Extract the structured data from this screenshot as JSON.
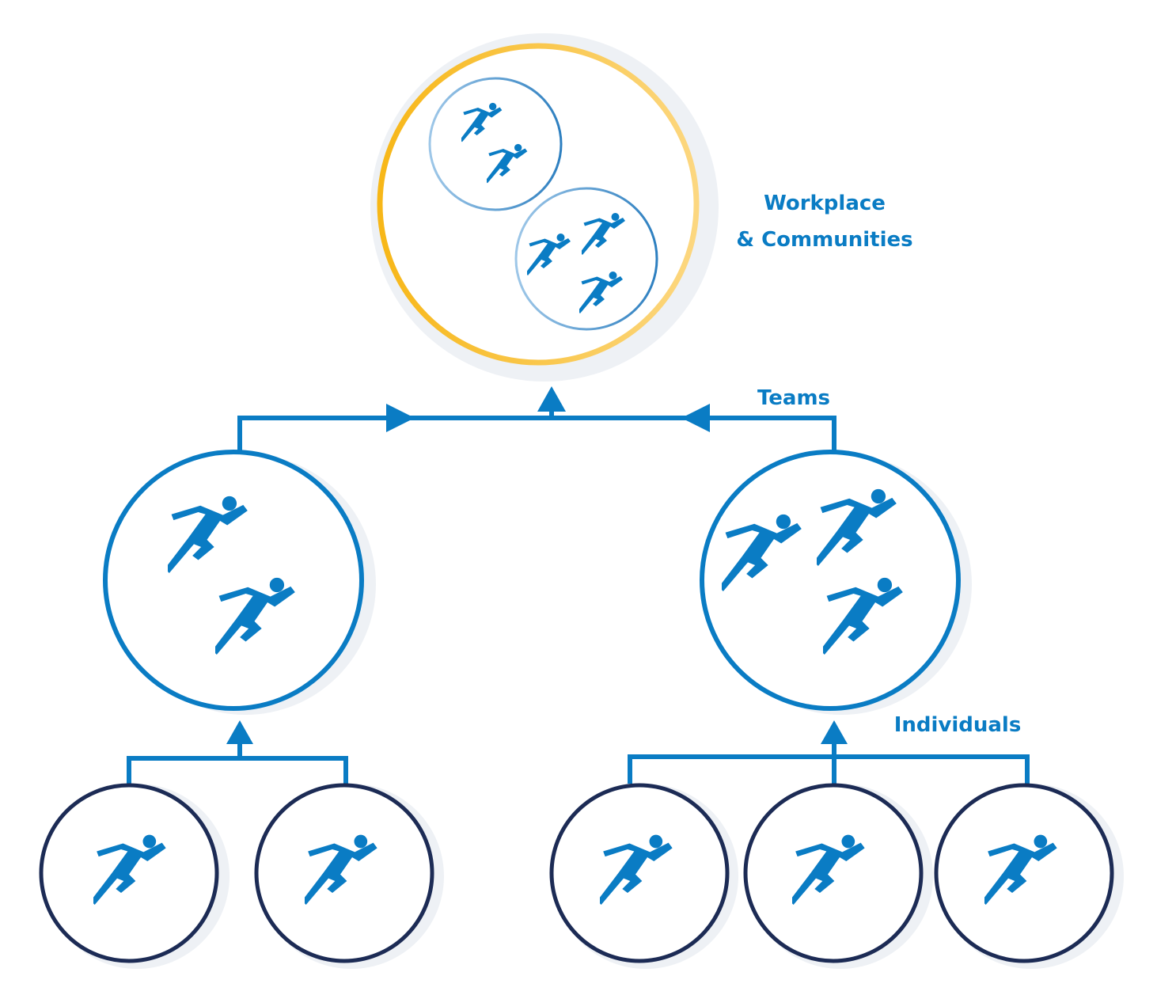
{
  "labels": {
    "workplace_line1": "Workplace",
    "workplace_line2": "& Communities",
    "teams": "Teams",
    "individuals": "Individuals"
  },
  "colors": {
    "accent_blue": "#0a7cc4",
    "gold": "#f7b718",
    "navy": "#1c2b55",
    "light_blue": "#8db8dd",
    "shadow": "#edf0f4"
  },
  "icons": {
    "runner": "running-person-icon"
  },
  "hierarchy": {
    "levels": [
      "Individuals",
      "Teams",
      "Workplace & Communities"
    ],
    "individual_count": 5,
    "team_sizes": [
      2,
      3
    ],
    "workplace_group_sizes": [
      2,
      3
    ]
  }
}
